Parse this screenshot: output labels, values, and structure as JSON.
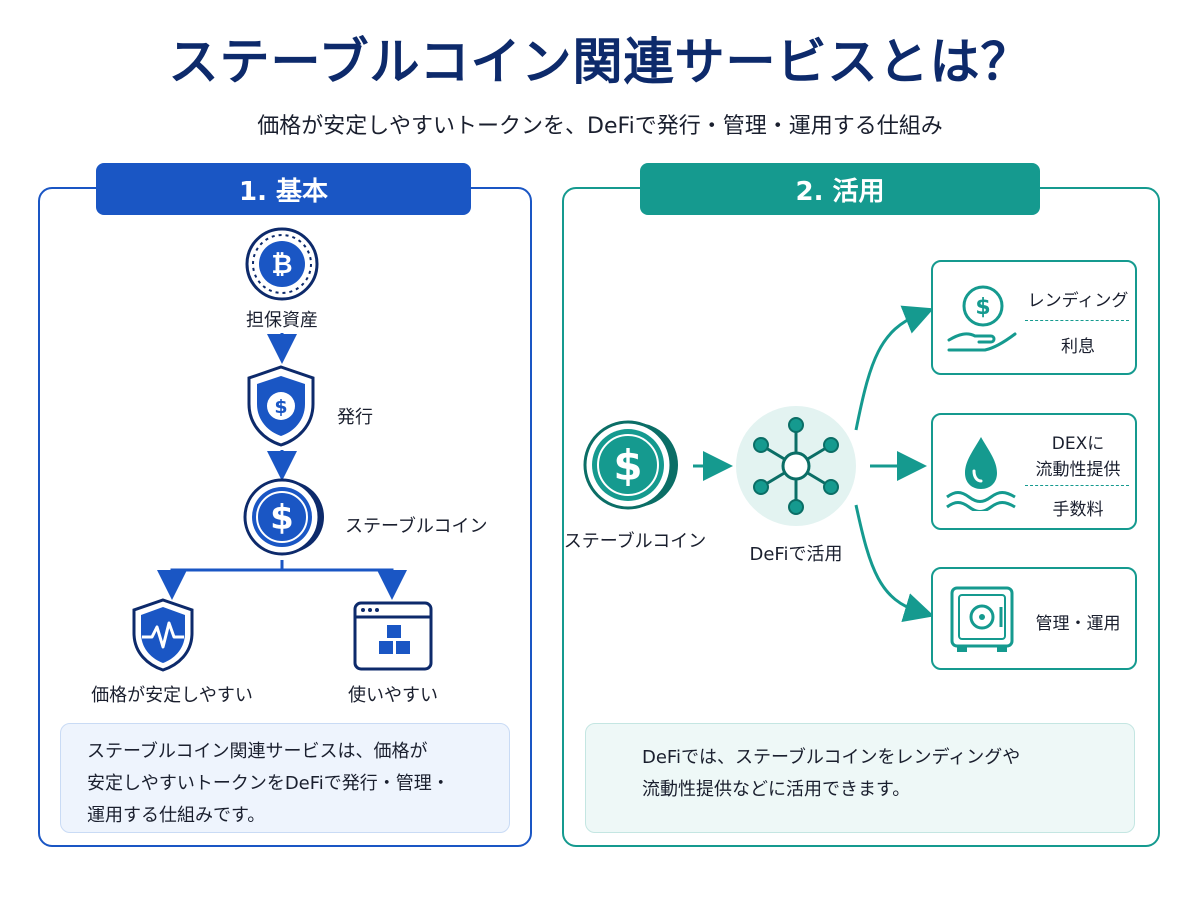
{
  "header": {
    "title": "ステーブルコイン関連サービスとは？",
    "subtitle": "価格が安定しやすいトークンを、DeFiで発行・管理・運用する仕組み"
  },
  "basics": {
    "heading": "1. 基本",
    "collateral_label": "担保資産",
    "issue_label": "発行",
    "stablecoin_label": "ステーブルコイン",
    "stable_price_label": "価格が安定しやすい",
    "easy_use_label": "使いやすい",
    "note_lines": [
      "ステーブルコイン関連サービスは、価格が",
      "安定しやすいトークンをDeFiで発行・管理・",
      "運用する仕組みです。"
    ]
  },
  "usage": {
    "heading": "2. 活用",
    "stablecoin_label": "ステーブルコイン",
    "defi_label": "DeFiで活用",
    "cards": [
      {
        "title": "レンディング",
        "sub": "利息"
      },
      {
        "title_line1": "DEXに",
        "title_line2": "流動性提供",
        "sub": "手数料"
      },
      {
        "title": "管理・運用"
      }
    ],
    "note_lines": [
      "DeFiでは、ステーブルコインをレンディングや",
      "流動性提供などに活用できます。"
    ]
  },
  "colors": {
    "navy": "#0d2a6b",
    "blue": "#1a56c4",
    "teal": "#159a8f"
  },
  "icons": {
    "collateral": "bitcoin-coin-icon",
    "issue": "shield-dollar-icon",
    "stablecoin": "dollar-coin-icon",
    "stable_price": "shield-pulse-icon",
    "easy_use": "browser-blocks-icon",
    "defi": "network-hub-icon",
    "lending": "hand-dollar-icon",
    "liquidity": "water-drop-icon",
    "manage": "safe-icon"
  }
}
